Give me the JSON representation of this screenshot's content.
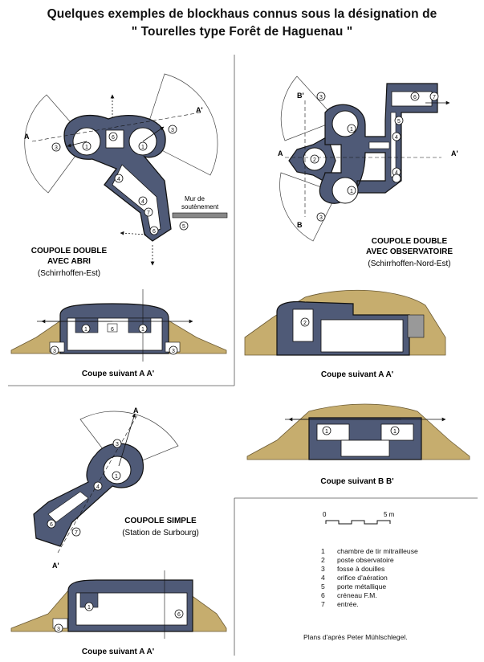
{
  "title": {
    "line1": "Quelques exemples de blockhaus connus sous la désignation de",
    "line2": "\" Tourelles type Forêt de Haguenau \""
  },
  "plan_double_abri": {
    "name_line1": "COUPOLE DOUBLE",
    "name_line2": "AVEC ABRI",
    "location": "(Schirrhoffen-Est)",
    "label_a": "A",
    "label_a_prime": "A'",
    "wall_label_1": "Mur de",
    "wall_label_2": "soutènement"
  },
  "plan_double_obs": {
    "name_line1": "COUPOLE DOUBLE",
    "name_line2": "AVEC OBSERVATOIRE",
    "location": "(Schirrhoffen-Nord-Est)",
    "label_a": "A",
    "label_a_prime": "A'",
    "label_b": "B",
    "label_b_prime": "B'"
  },
  "plan_simple": {
    "name_line1": "COUPOLE SIMPLE",
    "location": "(Station de Surbourg)",
    "label_a": "A",
    "label_a_prime": "A'"
  },
  "sections": {
    "coupe_aa": "Coupe suivant A A'",
    "coupe_bb": "Coupe suivant B B'"
  },
  "scale": {
    "start": "0",
    "end": "5 m"
  },
  "legend": [
    {
      "num": "1",
      "text": "chambre de tir mitrailleuse"
    },
    {
      "num": "2",
      "text": "poste observatoire"
    },
    {
      "num": "3",
      "text": "fosse à douilles"
    },
    {
      "num": "4",
      "text": "orifice d'aération"
    },
    {
      "num": "5",
      "text": "porte métallique"
    },
    {
      "num": "6",
      "text": "créneau F.M."
    },
    {
      "num": "7",
      "text": "entrée."
    }
  ],
  "credit": "Plans d'après Peter Mühlschlegel.",
  "colors": {
    "wall": "#4f5a77",
    "wall_dark": "#3c4560",
    "earth": "#c6ad6e",
    "earth_line": "#6b5a33",
    "outline": "#111111"
  }
}
